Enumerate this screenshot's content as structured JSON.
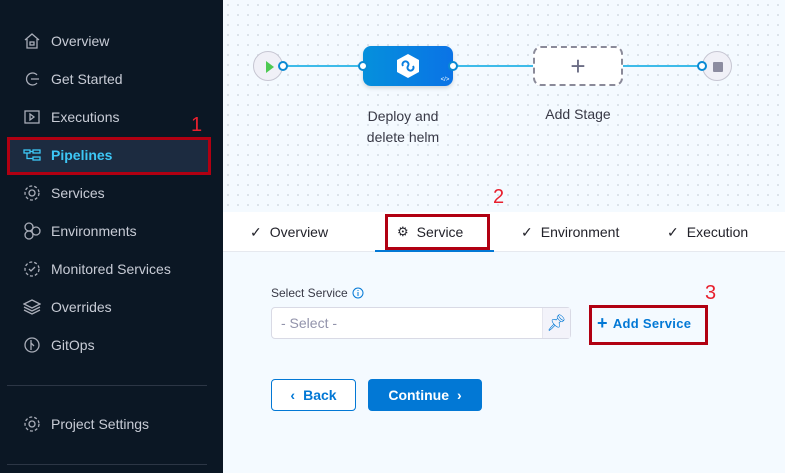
{
  "sidebar": {
    "items": [
      {
        "label": "Overview",
        "icon": "home-icon"
      },
      {
        "label": "Get Started",
        "icon": "get-started-icon"
      },
      {
        "label": "Executions",
        "icon": "executions-icon"
      },
      {
        "label": "Pipelines",
        "icon": "pipelines-icon",
        "active": true
      },
      {
        "label": "Services",
        "icon": "services-gear-icon"
      },
      {
        "label": "Environments",
        "icon": "environments-icon"
      },
      {
        "label": "Monitored Services",
        "icon": "monitored-services-icon"
      },
      {
        "label": "Overrides",
        "icon": "layers-icon"
      },
      {
        "label": "GitOps",
        "icon": "gitops-icon"
      }
    ],
    "project_settings": "Project Settings"
  },
  "pipeline": {
    "stage_name": "Deploy and delete helm",
    "stage_name_line1": "Deploy and",
    "stage_name_line2": "delete helm",
    "add_stage": "Add Stage",
    "add_icon": "+"
  },
  "tabs": [
    {
      "label": "Overview",
      "icon": "check-icon"
    },
    {
      "label": "Service",
      "icon": "gear-icon",
      "active": true
    },
    {
      "label": "Environment",
      "icon": "check-icon"
    },
    {
      "label": "Execution",
      "icon": "check-icon"
    }
  ],
  "form": {
    "label": "Select Service",
    "placeholder": "- Select -",
    "add_service": "Add Service",
    "add_icon": "+"
  },
  "buttons": {
    "back": "Back",
    "continue": "Continue"
  },
  "annotations": {
    "one": "1",
    "two": "2",
    "three": "3",
    "color": "#b10012"
  },
  "colors": {
    "sidebar": "#0b1724",
    "accent": "#0278d5",
    "active_nav": "#3dc7f6"
  }
}
